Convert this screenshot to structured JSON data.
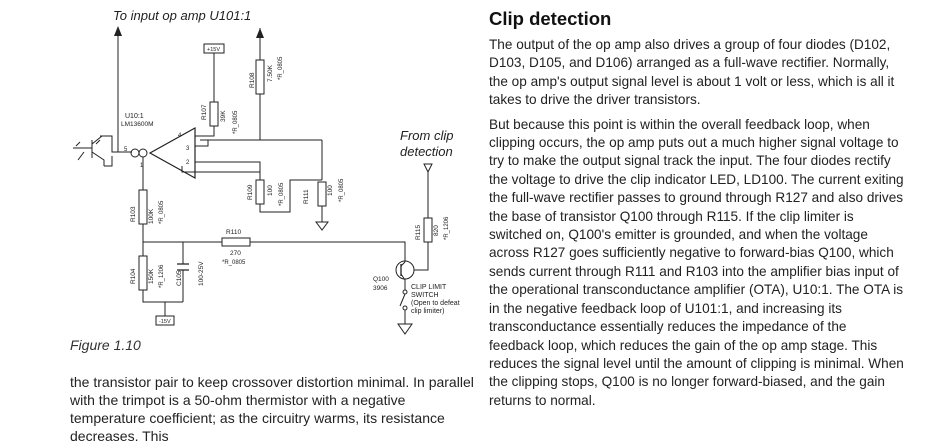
{
  "schematic": {
    "top_label": "To input op amp U101:1",
    "from_label_line1": "From clip",
    "from_label_line2": "detection",
    "supply_pos": "+15V",
    "supply_neg": "-15V",
    "u_ref": "U10:1",
    "u_part": "LM13600M",
    "pins": [
      "5",
      "4",
      "3",
      "2",
      "1"
    ],
    "r107": {
      "ref": "R107",
      "value": "39K",
      "pkg": "*R_0805"
    },
    "r108": {
      "ref": "R108",
      "value": "7.50K",
      "pkg": "*R_0805"
    },
    "r109": {
      "ref": "R109",
      "value": "100",
      "pkg": "*R_0805"
    },
    "r111": {
      "ref": "R111",
      "value": "100",
      "pkg": "*R_0805"
    },
    "r103": {
      "ref": "R103",
      "value": "100K",
      "pkg": "*R_0805"
    },
    "r110": {
      "ref": "R110",
      "value": "270",
      "pkg": "*R_0805"
    },
    "r104": {
      "ref": "R104",
      "value": "150K",
      "pkg": "*R_1206"
    },
    "c105": {
      "ref": "C105",
      "value": "100-25V"
    },
    "r115": {
      "ref": "R115",
      "value": "820",
      "pkg": "*R_1206"
    },
    "q100": {
      "ref": "Q100",
      "part": "3906"
    },
    "switch": [
      "CLIP LIMIT",
      "SWITCH",
      "(Open to defeat",
      "clip limiter)"
    ]
  },
  "figure_caption": "Figure 1.10",
  "left_paragraph": "the transistor pair to keep crossover distortion minimal. In parallel with the trimpot is a 50-ohm thermistor with a negative temperature coefficient; as the circuitry warms, its resistance decreases. This",
  "section": {
    "title": "Clip detection",
    "paragraph1": "The output of the op amp also drives a group of four diodes (D102, D103, D105, and D106) arranged as a full-wave rectifier. Normally, the op amp's output signal level is about 1 volt or less, which is all it takes to drive the driver transistors.",
    "paragraph2": "But because this point is within the overall feedback loop, when clipping occurs, the op amp puts out a much higher signal voltage to try to make the output signal track the input. The four diodes rectify the voltage to drive the clip indicator LED, LD100. The current exiting the full-wave rectifier passes to ground through R127 and also drives the base of transistor Q100 through R115. If the clip limiter is switched on, Q100's emitter is grounded, and when the voltage across R127 goes sufficiently negative to forward-bias Q100, which sends current through R111 and R103 into the amplifier bias input of the operational transconductance amplifier (OTA), U10:1. The OTA is in the negative feedback loop of U101:1, and increasing its transconductance essentially reduces the impedance of the feedback loop, which reduces the gain of the op amp stage. This reduces the signal level until the amount of clipping is minimal. When the clipping stops, Q100 is no longer forward-biased, and the gain returns to normal."
  }
}
